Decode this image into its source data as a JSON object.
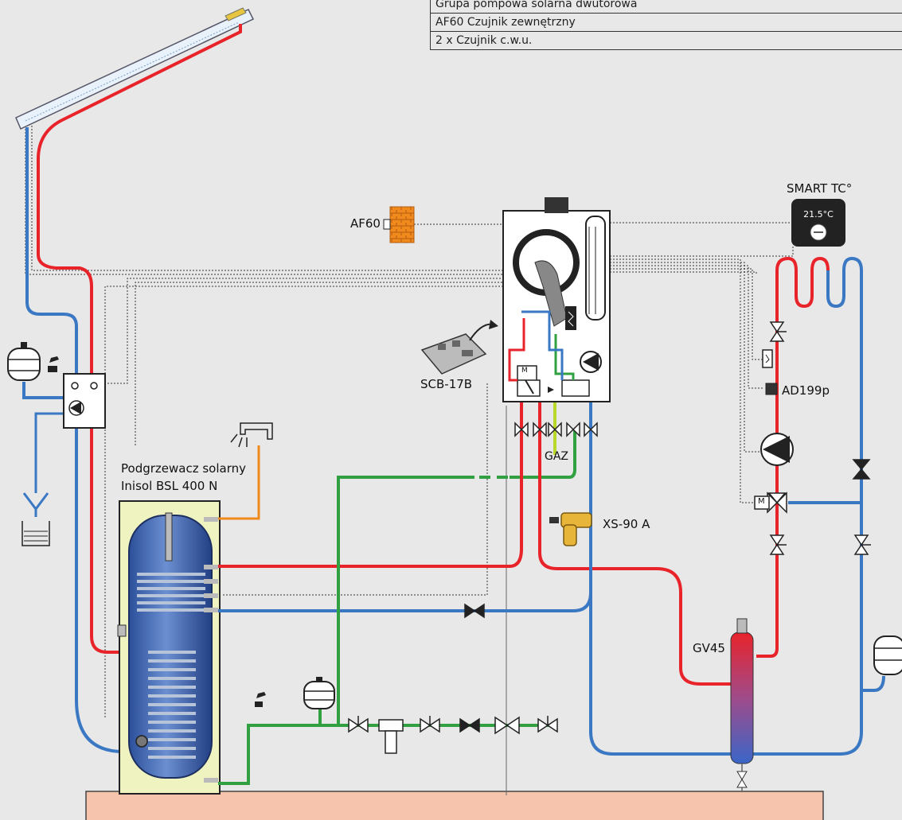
{
  "legend": {
    "rows": [
      "Grupa pompowa solarna dwutorowa",
      "AF60 Czujnik zewnętrzny",
      "2 x Czujnik c.w.u."
    ]
  },
  "labels": {
    "smart_tc": "SMART TC°",
    "thermostat_temp": "21.5",
    "thermostat_unit": "°C",
    "af60": "AF60",
    "scb17b": "SCB-17B",
    "ad199p": "AD199p",
    "heater_line1": "Podgrzewacz solarny",
    "heater_line2": "Inisol BSL 400 N",
    "gaz": "GAZ",
    "xs90a": "XS-90 A",
    "gv45": "GV45",
    "motor": "M"
  },
  "colors": {
    "hot": "#e8232a",
    "cold": "#3a78c3",
    "dhw": "#f08a1c",
    "cold_water": "#30a040",
    "gas": "#b8d82a",
    "floor": "#f6c4ad",
    "background": "#e8e8e8"
  }
}
